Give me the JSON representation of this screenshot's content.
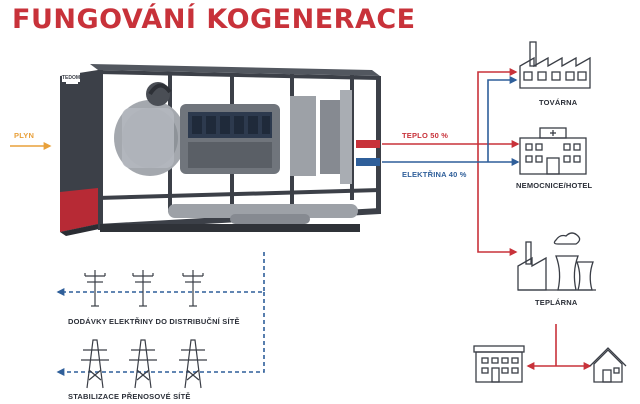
{
  "title": "FUNGOVÁNÍ KOGENERACE",
  "inputs": {
    "gas_label": "PLYN"
  },
  "outputs": {
    "heat_label": "TEPLO 50 %",
    "electricity_label": "ELEKTŘINA 40 %"
  },
  "destinations": {
    "factory": "TOVÁRNA",
    "hospital": "NEMOCNICE/HOTEL",
    "heating_plant": "TEPLÁRNA"
  },
  "grid": {
    "distribution_label": "DODÁVKY ELEKTŘINY DO DISTRIBUČNÍ SÍTĚ",
    "transmission_label": "STABILIZACE PŘENOSOVÉ SÍTĚ"
  },
  "engine": {
    "brand_badge": "TEDOM"
  },
  "colors": {
    "title": "#c8323a",
    "heat": "#c8323a",
    "electricity": "#2f5f9a",
    "gas": "#e8a03a",
    "machine": "#3c4048",
    "icon_stroke": "#3a3e46"
  }
}
